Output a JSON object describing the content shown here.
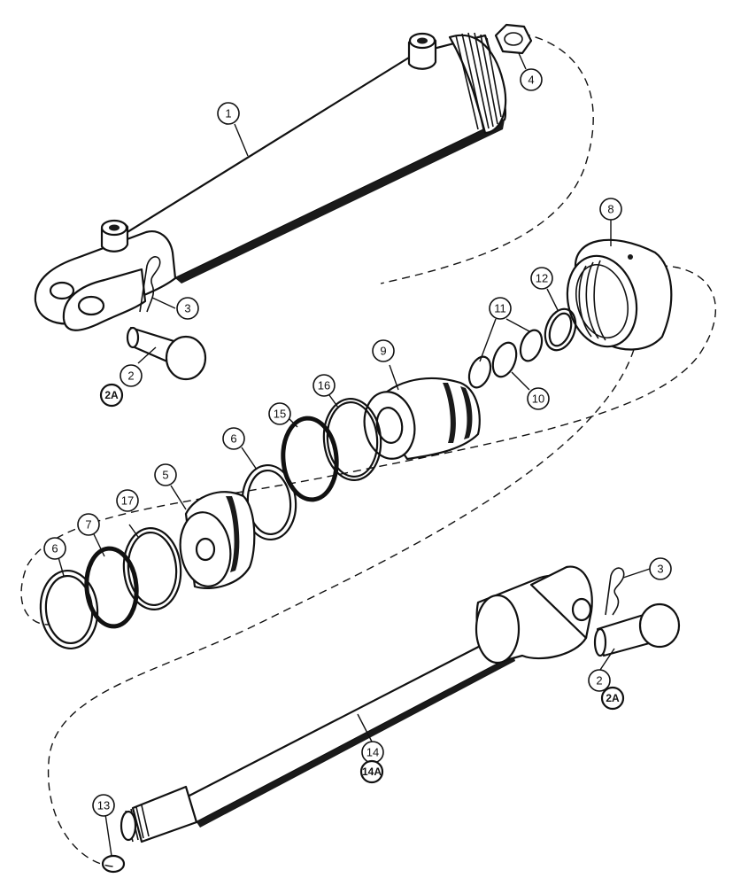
{
  "callouts": [
    {
      "id": "c1",
      "label": "1"
    },
    {
      "id": "c4",
      "label": "4"
    },
    {
      "id": "c3a",
      "label": "3"
    },
    {
      "id": "c2a",
      "label": "2"
    },
    {
      "id": "c2Aa",
      "label": "2A"
    },
    {
      "id": "c8",
      "label": "8"
    },
    {
      "id": "c12",
      "label": "12"
    },
    {
      "id": "c11",
      "label": "11"
    },
    {
      "id": "c10",
      "label": "10"
    },
    {
      "id": "c9",
      "label": "9"
    },
    {
      "id": "c16",
      "label": "16"
    },
    {
      "id": "c15",
      "label": "15"
    },
    {
      "id": "c6a",
      "label": "6"
    },
    {
      "id": "c5",
      "label": "5"
    },
    {
      "id": "c17",
      "label": "17"
    },
    {
      "id": "c7",
      "label": "7"
    },
    {
      "id": "c6b",
      "label": "6"
    },
    {
      "id": "c3b",
      "label": "3"
    },
    {
      "id": "c2b",
      "label": "2"
    },
    {
      "id": "c2Ab",
      "label": "2A"
    },
    {
      "id": "c14",
      "label": "14"
    },
    {
      "id": "c14A",
      "label": "14A"
    },
    {
      "id": "c13",
      "label": "13"
    }
  ]
}
